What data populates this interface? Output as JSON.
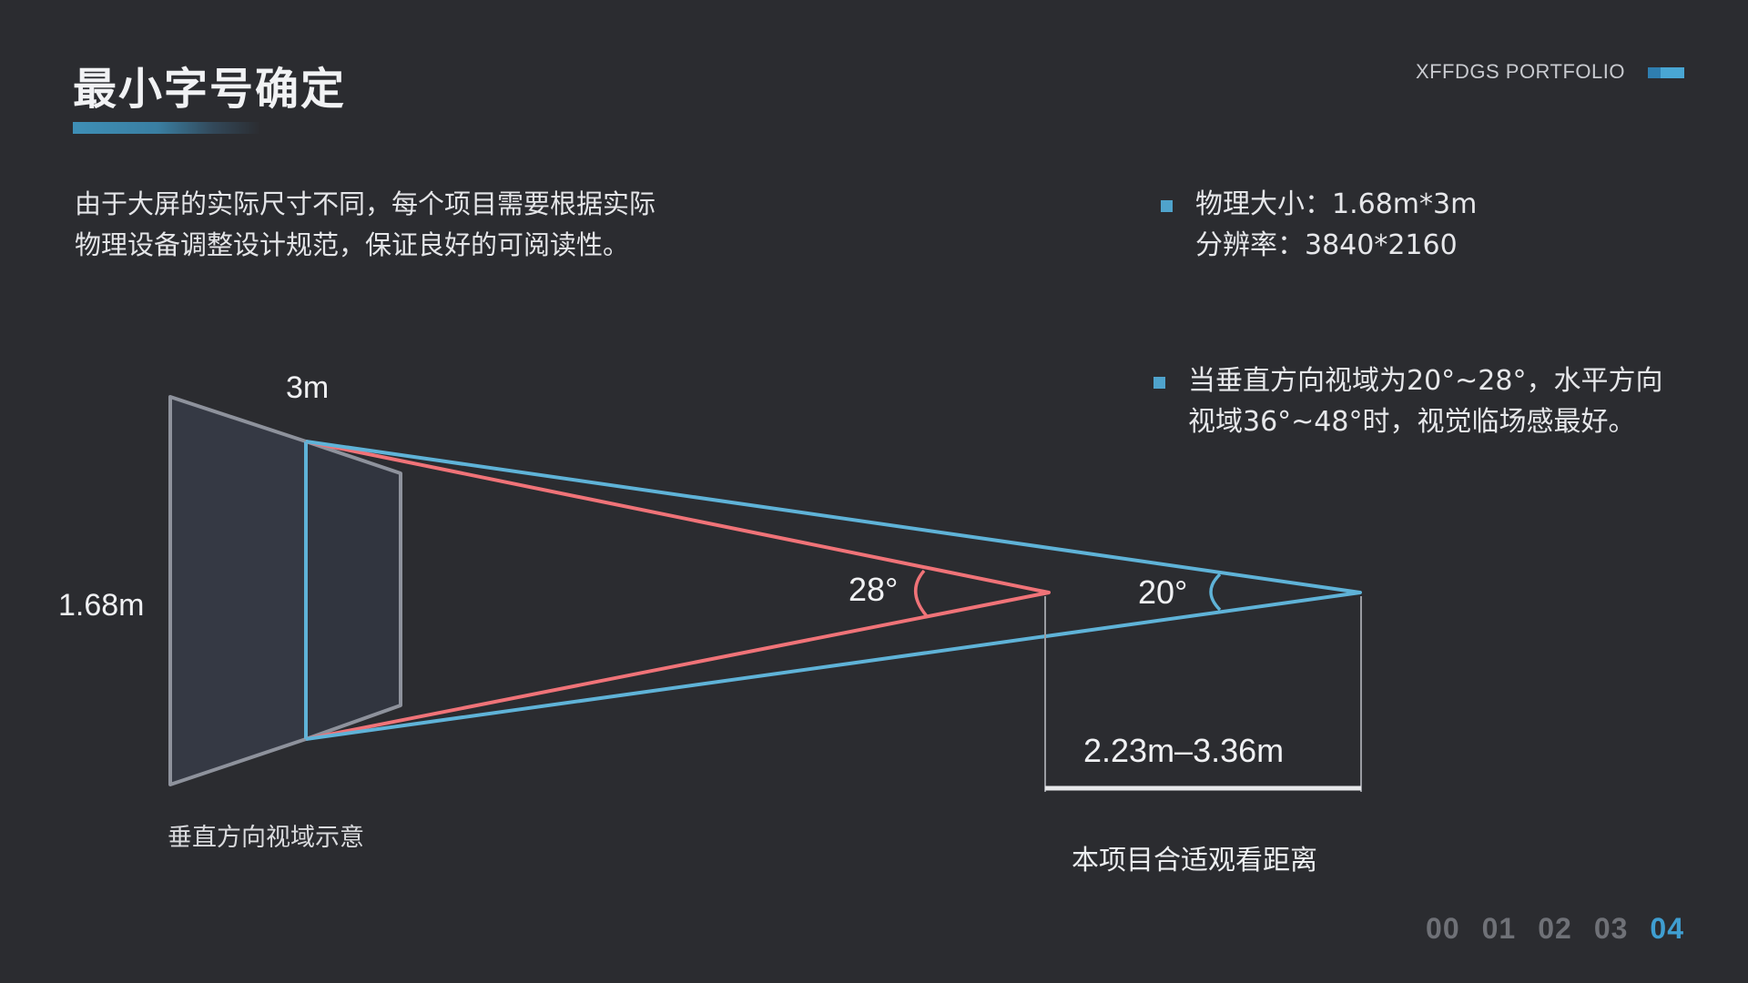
{
  "header": {
    "title": "最小字号确定",
    "brand": "XFFDGS PORTFOLIO"
  },
  "intro": {
    "line1": "由于大屏的实际尺寸不同，每个项目需要根据实际",
    "line2": "物理设备调整设计规范，保证良好的可阅读性。"
  },
  "notes": [
    {
      "line1": "物理大小：1.68m*3m",
      "line2": "分辨率：3840*2160"
    },
    {
      "line1": "当垂直方向视域为20°~28°，水平方向",
      "line2": "视域36°~48°时，视觉临场感最好。"
    }
  ],
  "diagram": {
    "width_label": "3m",
    "height_label": "1.68m",
    "angle_near_label": "28°",
    "angle_far_label": "20°",
    "distance_label": "2.23m–3.36m",
    "colors": {
      "screen_outline": "#8e929c",
      "screen_fill": "#353944",
      "near_cone": "#f07378",
      "far_cone": "#5fb3d8",
      "dimension": "#e7e8ea"
    }
  },
  "captions": {
    "left": "垂直方向视域示意",
    "right": "本项目合适观看距离"
  },
  "pager": {
    "pages": [
      "00",
      "01",
      "02",
      "03",
      "04"
    ],
    "active": "04"
  }
}
